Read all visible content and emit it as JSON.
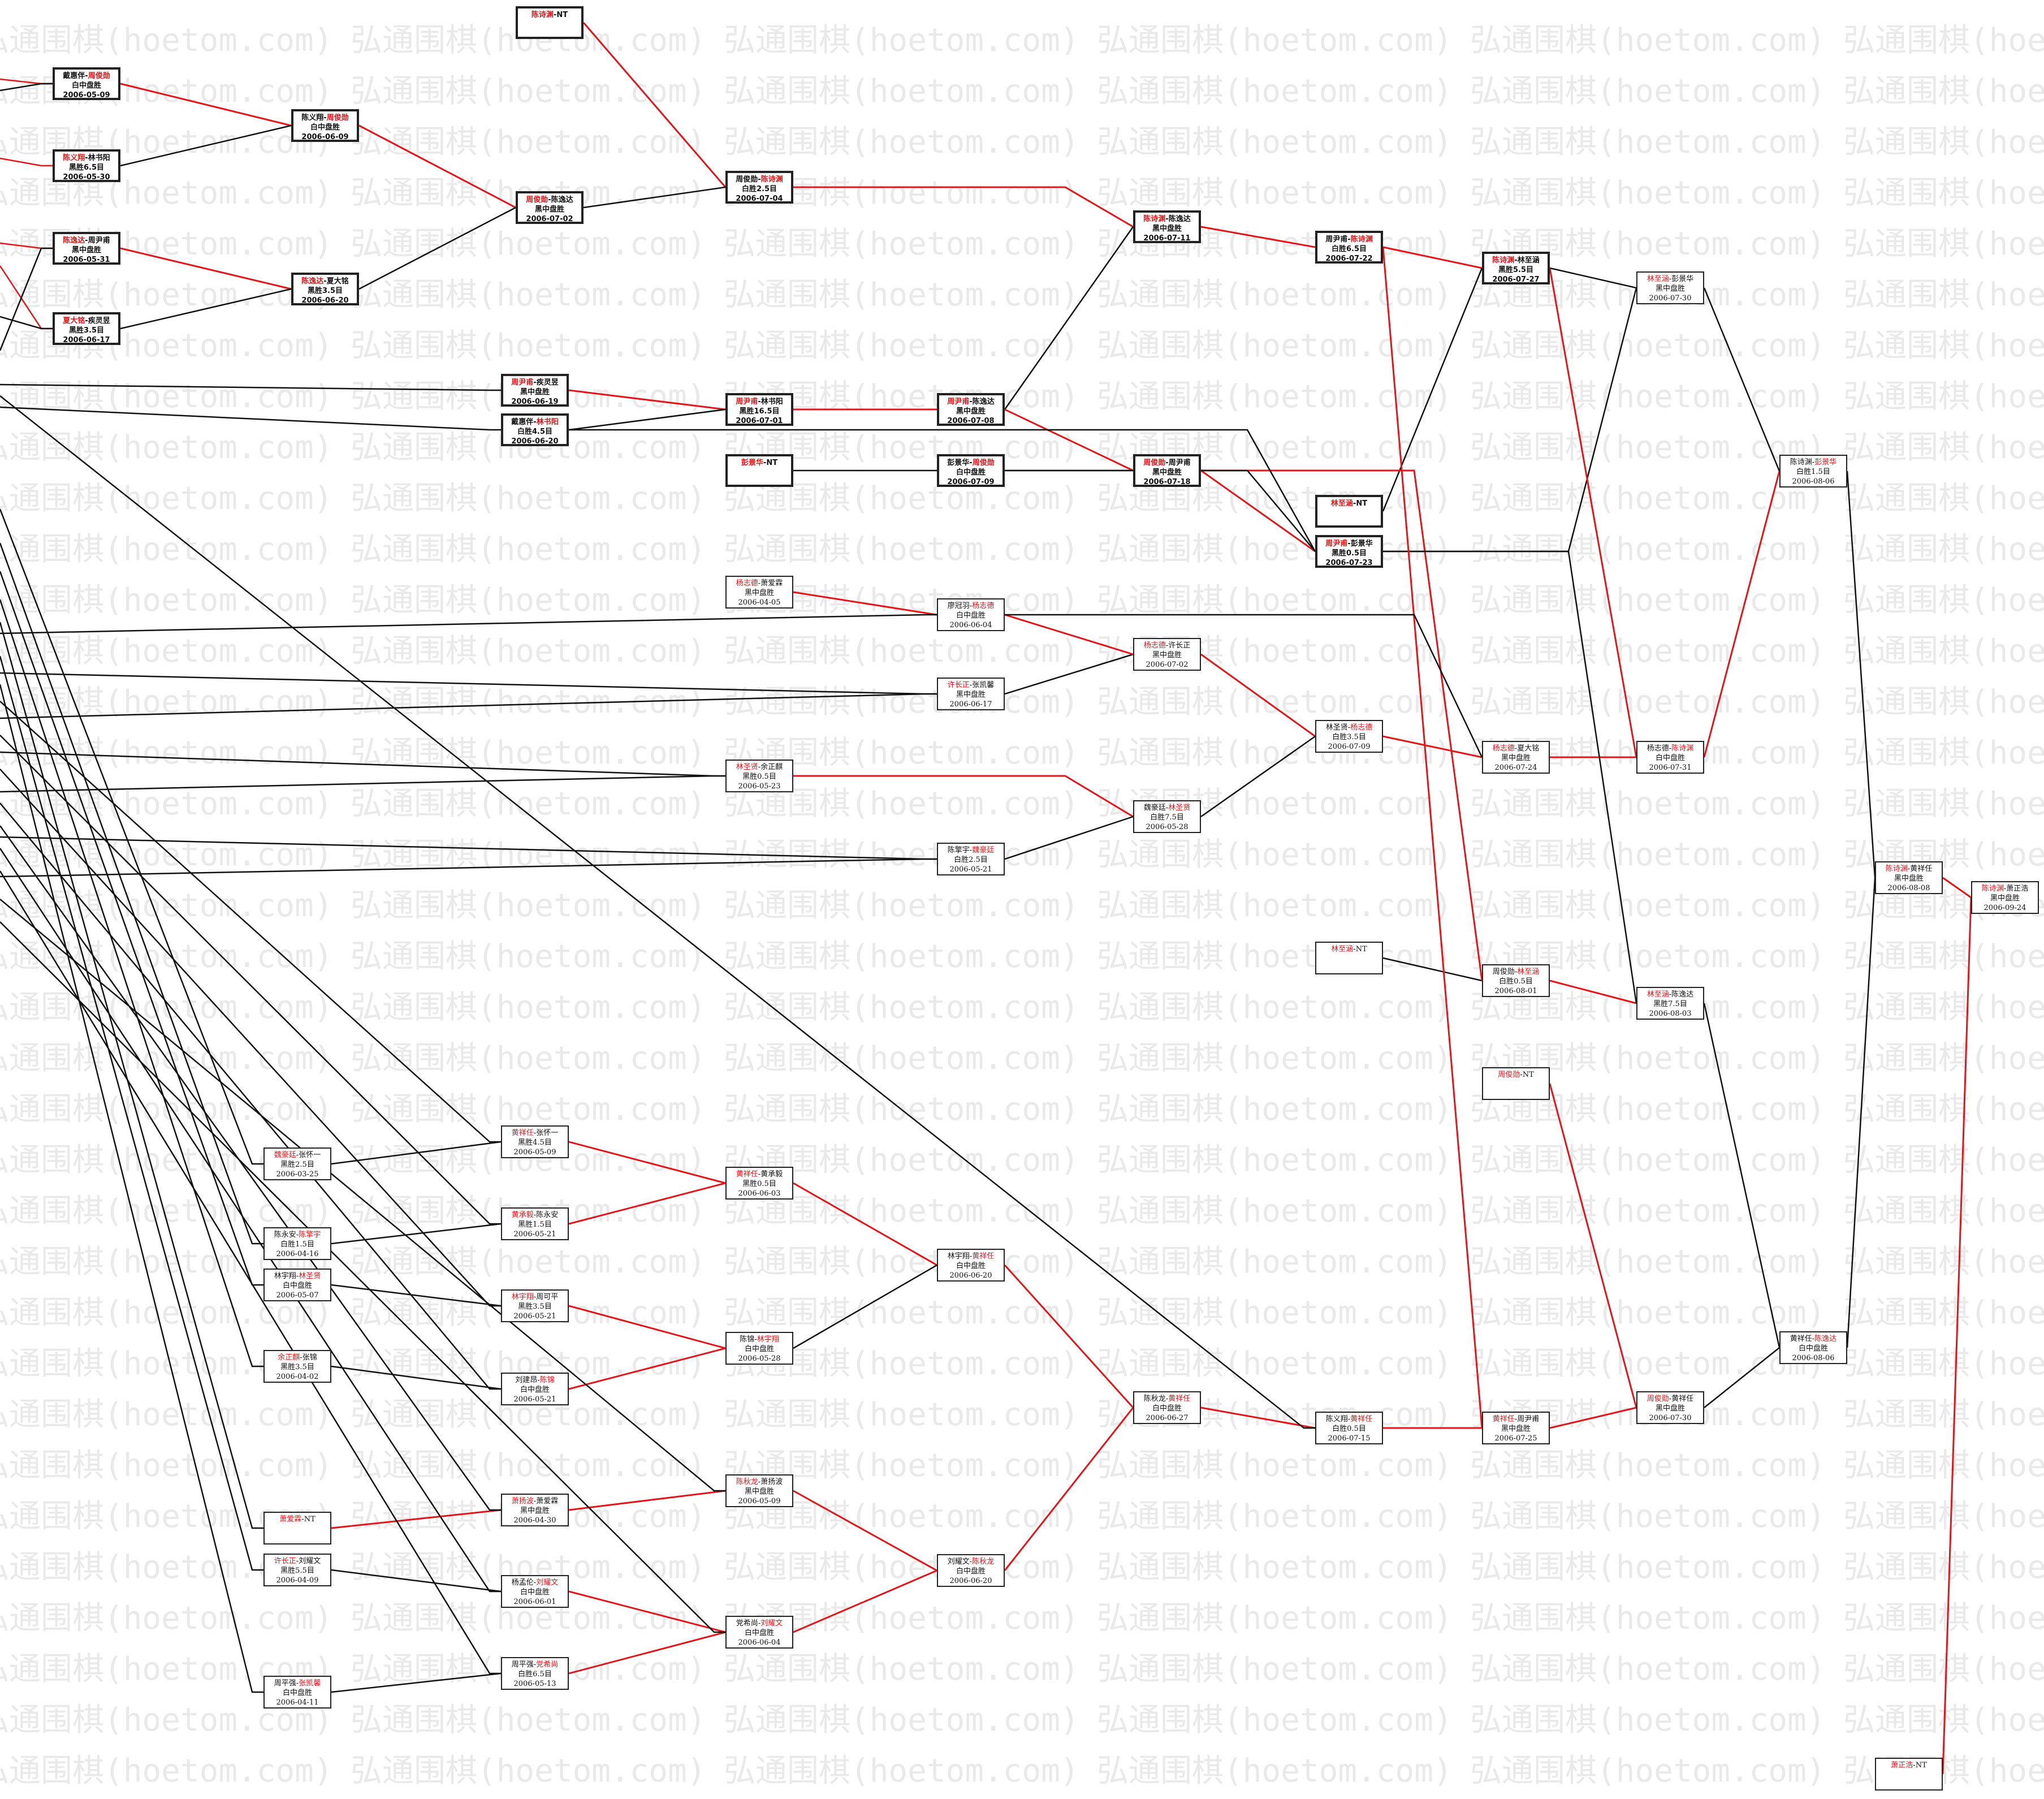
{
  "watermark": "弘通围棋(hoetom.com)",
  "colors": {
    "red": "#e0161a",
    "black": "#111111"
  },
  "games": [
    {
      "id": "g01",
      "style": "bold",
      "p1": "戴惠伴",
      "p2": "周俊勋",
      "winner": 2,
      "result": "白中盘胜",
      "date": "2006-05-09"
    },
    {
      "id": "g02",
      "style": "bold",
      "p1": "陈义翔",
      "p2": "林书阳",
      "winner": 1,
      "result": "黑胜6.5目",
      "date": "2006-05-30"
    },
    {
      "id": "g03",
      "style": "bold",
      "p1": "陈逸达",
      "p2": "周尹甫",
      "winner": 1,
      "result": "黑中盘胜",
      "date": "2006-05-31"
    },
    {
      "id": "g04",
      "style": "bold",
      "p1": "夏大铭",
      "p2": "疾灵昱",
      "winner": 1,
      "result": "黑胜3.5目",
      "date": "2006-06-17"
    },
    {
      "id": "g05",
      "style": "bold",
      "p1": "陈义翔",
      "p2": "周俊勋",
      "winner": 2,
      "result": "白中盘胜",
      "date": "2006-06-09"
    },
    {
      "id": "g06",
      "style": "bold",
      "p1": "陈逸达",
      "p2": "夏大铭",
      "winner": 1,
      "result": "黑胜3.5目",
      "date": "2006-06-20"
    },
    {
      "id": "g07",
      "style": "bold",
      "p1": "陈诗渊",
      "p2": "NT",
      "winner": 1,
      "result": "",
      "date": ""
    },
    {
      "id": "g08",
      "style": "bold",
      "p1": "周俊勋",
      "p2": "陈逸达",
      "winner": 1,
      "result": "黑中盘胜",
      "date": "2006-07-02"
    },
    {
      "id": "g09",
      "style": "bold",
      "p1": "周尹甫",
      "p2": "疾灵昱",
      "winner": 1,
      "result": "黑中盘胜",
      "date": "2006-06-19"
    },
    {
      "id": "g10",
      "style": "bold",
      "p1": "戴惠伴",
      "p2": "林书阳",
      "winner": 2,
      "result": "白胜4.5目",
      "date": "2006-06-20"
    },
    {
      "id": "g11",
      "style": "bold",
      "p1": "周俊勋",
      "p2": "陈诗渊",
      "winner": 2,
      "result": "白胜2.5目",
      "date": "2006-07-04"
    },
    {
      "id": "g12",
      "style": "bold",
      "p1": "周尹甫",
      "p2": "林书阳",
      "winner": 1,
      "result": "黑胜16.5目",
      "date": "2006-07-01"
    },
    {
      "id": "g13",
      "style": "bold",
      "p1": "彭景华",
      "p2": "NT",
      "winner": 1,
      "result": "",
      "date": ""
    },
    {
      "id": "g14",
      "style": "bold",
      "p1": "周尹甫",
      "p2": "陈逸达",
      "winner": 1,
      "result": "黑中盘胜",
      "date": "2006-07-08"
    },
    {
      "id": "g15",
      "style": "bold",
      "p1": "彭景华",
      "p2": "周俊勋",
      "winner": 2,
      "result": "白中盘胜",
      "date": "2006-07-09"
    },
    {
      "id": "g16",
      "style": "bold",
      "p1": "陈诗渊",
      "p2": "陈逸达",
      "winner": 1,
      "result": "黑中盘胜",
      "date": "2006-07-11"
    },
    {
      "id": "g17",
      "style": "bold",
      "p1": "周俊勋",
      "p2": "周尹甫",
      "winner": 1,
      "result": "黑中盘胜",
      "date": "2006-07-18"
    },
    {
      "id": "g18",
      "style": "bold",
      "p1": "周尹甫",
      "p2": "陈诗渊",
      "winner": 2,
      "result": "白胜6.5目",
      "date": "2006-07-22"
    },
    {
      "id": "g19",
      "style": "bold",
      "p1": "林至涵",
      "p2": "NT",
      "winner": 1,
      "result": "",
      "date": ""
    },
    {
      "id": "g20",
      "style": "bold",
      "p1": "周尹甫",
      "p2": "彭景华",
      "winner": 1,
      "result": "黑胜0.5目",
      "date": "2006-07-23"
    },
    {
      "id": "g21",
      "style": "bold",
      "p1": "陈诗渊",
      "p2": "林至涵",
      "winner": 1,
      "result": "黑胜5.5目",
      "date": "2006-07-27"
    },
    {
      "id": "g22",
      "style": "normal",
      "p1": "林至涵",
      "p2": "彭景华",
      "winner": 1,
      "result": "黑中盘胜",
      "date": "2006-07-30"
    },
    {
      "id": "g23",
      "style": "normal",
      "p1": "杨志德",
      "p2": "萧爱霖",
      "winner": 1,
      "result": "黑中盘胜",
      "date": "2006-04-05"
    },
    {
      "id": "g24",
      "style": "normal",
      "p1": "廖冠羽",
      "p2": "杨志德",
      "winner": 2,
      "result": "白中盘胜",
      "date": "2006-06-04"
    },
    {
      "id": "g25",
      "style": "normal",
      "p1": "许长正",
      "p2": "张凯馨",
      "winner": 1,
      "result": "黑中盘胜",
      "date": "2006-06-17"
    },
    {
      "id": "g26",
      "style": "normal",
      "p1": "杨志德",
      "p2": "许长正",
      "winner": 1,
      "result": "黑中盘胜",
      "date": "2006-07-02"
    },
    {
      "id": "g27",
      "style": "normal",
      "p1": "林圣贤",
      "p2": "余正麒",
      "winner": 1,
      "result": "黑胜0.5目",
      "date": "2006-05-23"
    },
    {
      "id": "g28",
      "style": "normal",
      "p1": "陈擎宇",
      "p2": "魏豪廷",
      "winner": 2,
      "result": "白胜2.5目",
      "date": "2006-05-21"
    },
    {
      "id": "g29",
      "style": "normal",
      "p1": "魏豪廷",
      "p2": "林圣贤",
      "winner": 2,
      "result": "白胜7.5目",
      "date": "2006-05-28"
    },
    {
      "id": "g30",
      "style": "normal",
      "p1": "林圣贤",
      "p2": "杨志德",
      "winner": 2,
      "result": "白胜3.5目",
      "date": "2006-07-09"
    },
    {
      "id": "g31",
      "style": "normal",
      "p1": "杨志德",
      "p2": "夏大铭",
      "winner": 1,
      "result": "黑中盘胜",
      "date": "2006-07-24"
    },
    {
      "id": "g32",
      "style": "normal",
      "p1": "杨志德",
      "p2": "陈诗渊",
      "winner": 2,
      "result": "白中盘胜",
      "date": "2006-07-31"
    },
    {
      "id": "g33",
      "style": "normal",
      "p1": "陈诗渊",
      "p2": "彭景华",
      "winner": 2,
      "result": "白胜1.5目",
      "date": "2006-08-06"
    },
    {
      "id": "g34",
      "style": "normal",
      "p1": "林至涵",
      "p2": "NT",
      "winner": 1,
      "result": "",
      "date": ""
    },
    {
      "id": "g35",
      "style": "normal",
      "p1": "周俊勋",
      "p2": "林至涵",
      "winner": 2,
      "result": "白胜0.5目",
      "date": "2006-08-01"
    },
    {
      "id": "g36",
      "style": "normal",
      "p1": "林至涵",
      "p2": "陈逸达",
      "winner": 1,
      "result": "黑胜7.5目",
      "date": "2006-08-03"
    },
    {
      "id": "g37",
      "style": "normal",
      "p1": "周俊勋",
      "p2": "NT",
      "winner": 1,
      "result": "",
      "date": ""
    },
    {
      "id": "g38",
      "style": "normal",
      "p1": "陈诗渊",
      "p2": "黄祥任",
      "winner": 1,
      "result": "黑中盘胜",
      "date": "2006-08-08"
    },
    {
      "id": "g39",
      "style": "normal",
      "p1": "陈诗渊",
      "p2": "萧正浩",
      "winner": 1,
      "result": "黑中盘胜",
      "date": "2006-09-24"
    },
    {
      "id": "g40",
      "style": "normal",
      "p1": "魏豪廷",
      "p2": "张怀一",
      "winner": 1,
      "result": "黑胜2.5目",
      "date": "2006-03-25"
    },
    {
      "id": "g41",
      "style": "normal",
      "p1": "黄祥任",
      "p2": "张怀一",
      "winner": 1,
      "result": "黑胜4.5目",
      "date": "2006-05-09"
    },
    {
      "id": "g42",
      "style": "normal",
      "p1": "陈永安",
      "p2": "陈擎宇",
      "winner": 2,
      "result": "白胜1.5目",
      "date": "2006-04-16"
    },
    {
      "id": "g43",
      "style": "normal",
      "p1": "黄承毅",
      "p2": "陈永安",
      "winner": 1,
      "result": "黑胜1.5目",
      "date": "2006-05-21"
    },
    {
      "id": "g44",
      "style": "normal",
      "p1": "林宇翔",
      "p2": "林圣贤",
      "winner": 2,
      "result": "白中盘胜",
      "date": "2006-05-07"
    },
    {
      "id": "g45",
      "style": "normal",
      "p1": "林宇翔",
      "p2": "周可平",
      "winner": 1,
      "result": "黑胜3.5目",
      "date": "2006-05-21"
    },
    {
      "id": "g46",
      "style": "normal",
      "p1": "黄祥任",
      "p2": "黄承毅",
      "winner": 1,
      "result": "黑胜0.5目",
      "date": "2006-06-03"
    },
    {
      "id": "g47",
      "style": "normal",
      "p1": "余正麒",
      "p2": "张锦",
      "winner": 1,
      "result": "黑胜3.5目",
      "date": "2006-04-02"
    },
    {
      "id": "g48",
      "style": "normal",
      "p1": "刘建昂",
      "p2": "陈锦",
      "winner": 2,
      "result": "白中盘胜",
      "date": "2006-05-21"
    },
    {
      "id": "g49",
      "style": "normal",
      "p1": "陈锦",
      "p2": "林宇翔",
      "winner": 2,
      "result": "白中盘胜",
      "date": "2006-05-28"
    },
    {
      "id": "g50",
      "style": "normal",
      "p1": "林宇翔",
      "p2": "黄祥任",
      "winner": 2,
      "result": "白中盘胜",
      "date": "2006-06-20"
    },
    {
      "id": "g51",
      "style": "normal",
      "p1": "陈秋龙",
      "p2": "黄祥任",
      "winner": 2,
      "result": "白中盘胜",
      "date": "2006-06-27"
    },
    {
      "id": "g52",
      "style": "normal",
      "p1": "陈义翔",
      "p2": "黄祥任",
      "winner": 2,
      "result": "白胜0.5目",
      "date": "2006-07-15"
    },
    {
      "id": "g53",
      "style": "normal",
      "p1": "黄祥任",
      "p2": "周尹甫",
      "winner": 1,
      "result": "黑中盘胜",
      "date": "2006-07-25"
    },
    {
      "id": "g54",
      "style": "normal",
      "p1": "周俊勋",
      "p2": "黄祥任",
      "winner": 1,
      "result": "黑中盘胜",
      "date": "2006-07-30"
    },
    {
      "id": "g55",
      "style": "normal",
      "p1": "黄祥任",
      "p2": "陈逸达",
      "winner": 2,
      "result": "白中盘胜",
      "date": "2006-08-06"
    },
    {
      "id": "g56",
      "style": "normal",
      "p1": "萧爱霖",
      "p2": "NT",
      "winner": 1,
      "result": "",
      "date": ""
    },
    {
      "id": "g57",
      "style": "normal",
      "p1": "萧扬波",
      "p2": "萧爱霖",
      "winner": 1,
      "result": "黑中盘胜",
      "date": "2006-04-30"
    },
    {
      "id": "g58",
      "style": "normal",
      "p1": "陈秋龙",
      "p2": "萧扬波",
      "winner": 1,
      "result": "黑中盘胜",
      "date": "2006-05-09"
    },
    {
      "id": "g59",
      "style": "normal",
      "p1": "许长正",
      "p2": "刘耀文",
      "winner": 1,
      "result": "黑胜5.5目",
      "date": "2006-04-09"
    },
    {
      "id": "g60",
      "style": "normal",
      "p1": "杨孟伦",
      "p2": "刘耀文",
      "winner": 2,
      "result": "白中盘胜",
      "date": "2006-06-01"
    },
    {
      "id": "g61",
      "style": "normal",
      "p1": "党希尚",
      "p2": "刘耀文",
      "winner": 2,
      "result": "白中盘胜",
      "date": "2006-06-04"
    },
    {
      "id": "g62",
      "style": "normal",
      "p1": "刘耀文",
      "p2": "陈秋龙",
      "winner": 2,
      "result": "白中盘胜",
      "date": "2006-06-20"
    },
    {
      "id": "g63",
      "style": "normal",
      "p1": "周平强",
      "p2": "张凯馨",
      "winner": 2,
      "result": "白中盘胜",
      "date": "2006-04-11"
    },
    {
      "id": "g64",
      "style": "normal",
      "p1": "周平强",
      "p2": "党希尚",
      "winner": 2,
      "result": "白胜6.5目",
      "date": "2006-05-13"
    },
    {
      "id": "g65",
      "style": "normal",
      "p1": "萧正浩",
      "p2": "NT",
      "winner": 1,
      "result": "",
      "date": ""
    }
  ]
}
